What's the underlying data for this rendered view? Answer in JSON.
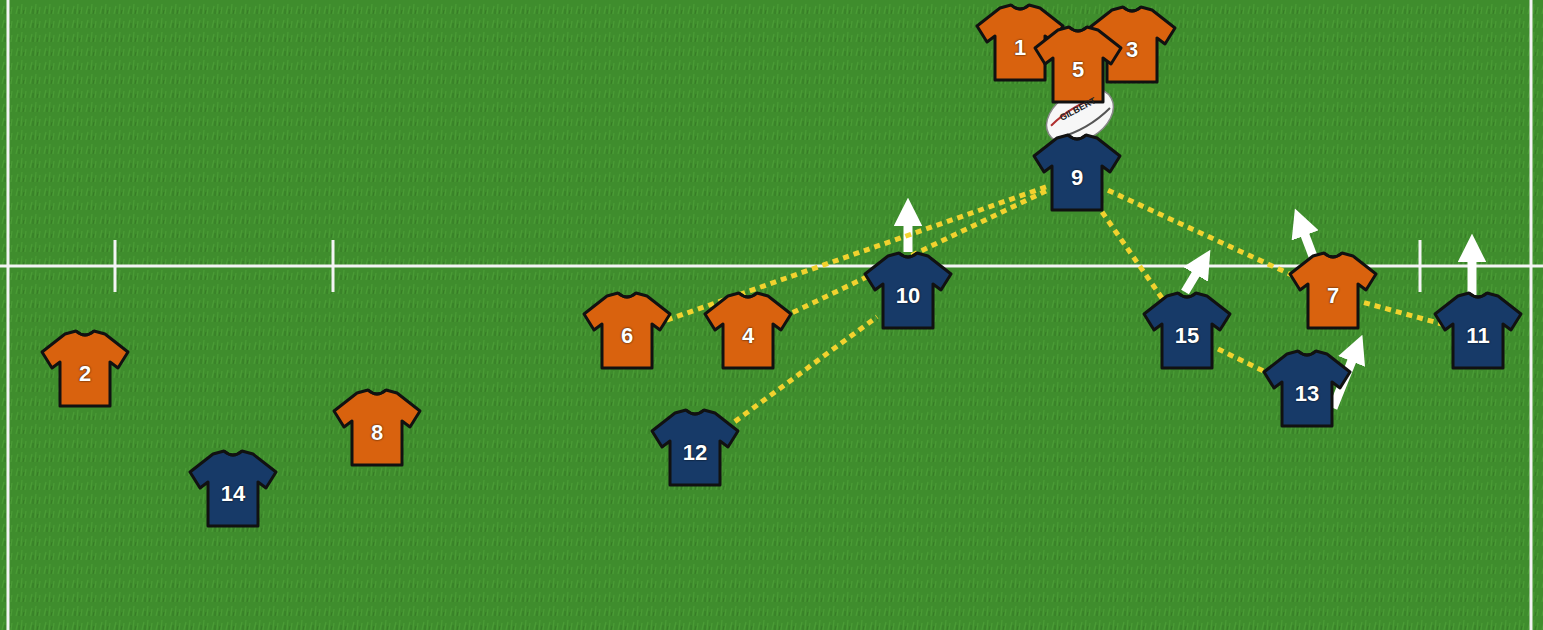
{
  "diagram": {
    "nodes": [
      {
        "text": [
          "1"
        ]
      },
      {
        "text": [
          "5"
        ]
      },
      {
        "text": [
          "3"
        ]
      },
      {
        "text": [
          "9"
        ]
      },
      {
        "text": [
          "10"
        ]
      },
      {
        "text": [
          "7"
        ]
      },
      {
        "text": [
          "6"
        ]
      },
      {
        "text": [
          "4"
        ]
      },
      {
        "text": [
          "15"
        ]
      },
      {
        "text": [
          "11"
        ]
      },
      {
        "text": [
          "2"
        ]
      },
      {
        "text": [
          "13"
        ]
      },
      {
        "text": [
          "8"
        ]
      },
      {
        "text": [
          "12"
        ]
      },
      {
        "text": [
          "14"
        ]
      }
    ],
    "edges": [
      {
        "from": 3,
        "to": 6,
        "arrow": "none"
      },
      {
        "from": 3,
        "to": 7,
        "arrow": "none"
      },
      {
        "from": 13,
        "to": 4,
        "arrow": "none"
      },
      {
        "from": 3,
        "to": 8,
        "arrow": "none"
      },
      {
        "from": 3,
        "to": 5,
        "arrow": "none"
      },
      {
        "from": 8,
        "to": 11,
        "arrow": "none"
      },
      {
        "from": 5,
        "to": 9,
        "arrow": "none"
      }
    ],
    "labels": [
      "GILBERT"
    ]
  }
}
